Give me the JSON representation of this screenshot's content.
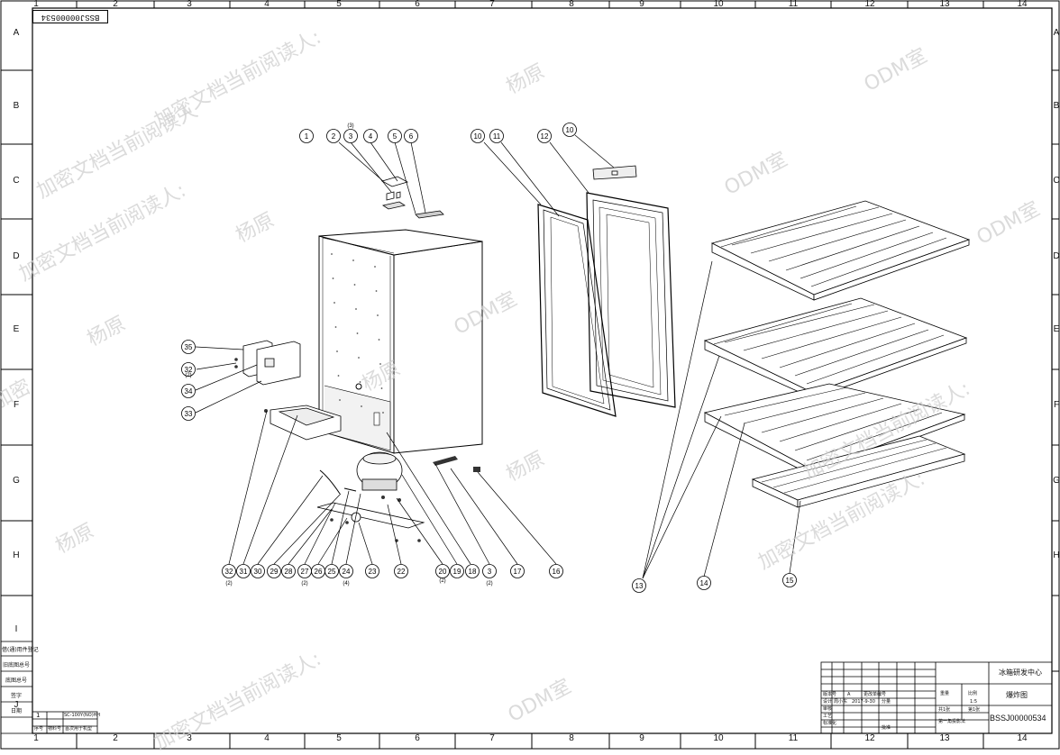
{
  "drawing": {
    "reversed_code": "BSSJ00000534",
    "document_number": "BSSJ00000534",
    "zone_columns": [
      "1",
      "2",
      "3",
      "4",
      "5",
      "6",
      "7",
      "8",
      "9",
      "10",
      "11",
      "12",
      "13",
      "14"
    ],
    "zone_rows": [
      "A",
      "B",
      "C",
      "D",
      "E",
      "F",
      "G",
      "H",
      "I",
      "J"
    ]
  },
  "watermarks": [
    "加密文档当前阅读人:",
    "杨原",
    "ODM室",
    "加密文档当前阅读人",
    "杨原",
    "ODM室",
    "加密文档当前阅读人:",
    "杨原",
    "ODM室",
    "加密",
    "杨原",
    "ODM室",
    "加密文档当前阅读人:",
    "杨原",
    "加密文档当前阅读人:",
    "ODM室",
    "加密文档当前阅读人:",
    "杨原"
  ],
  "balloons": {
    "top": [
      "1",
      "2",
      "3",
      "4",
      "5",
      "6",
      "10",
      "11",
      "12",
      "10"
    ],
    "top_qty": "(3)",
    "left": [
      "35",
      "32",
      "34",
      "33"
    ],
    "left_qty": "(2)",
    "bottom": [
      "32",
      "31",
      "30",
      "29",
      "28",
      "27",
      "26",
      "25",
      "24",
      "23",
      "22",
      "20",
      "19",
      "18",
      "3",
      "17",
      "16"
    ],
    "bottom_qty": {
      "q32": "(2)",
      "q27": "(2)",
      "q24": "(4)",
      "q20": "(2)",
      "q3": "(2)"
    },
    "right": [
      "13",
      "14",
      "15"
    ]
  },
  "left_strip": {
    "labels": [
      "借(通)用件登记",
      "旧底图总号",
      "底图总号",
      "签字",
      "日期"
    ],
    "bottom_table": {
      "row1": [
        "1",
        "SC-100Y(NO)HH"
      ],
      "row2": [
        "序号",
        "物料号",
        "首次用于机型"
      ]
    }
  },
  "title_block": {
    "org": "冰箱研发中心",
    "drawing_title": "爆炸图",
    "rev_label": "版本号",
    "rev_value": "A",
    "change_label": "更改单编号",
    "design_label": "设计",
    "designer": "周小东",
    "date": "2017-9-30",
    "marking_label": "标记",
    "weight_label": "重量",
    "scale_label": "比例",
    "scale_value": "1:5",
    "check_label": "审核",
    "process_label": "工艺",
    "standard_label": "标准化",
    "approve_label": "批准",
    "sheets_label": "共1张",
    "sheet_label": "第1张",
    "projection_label": "第一角投影法",
    "mass_label": "分量"
  }
}
